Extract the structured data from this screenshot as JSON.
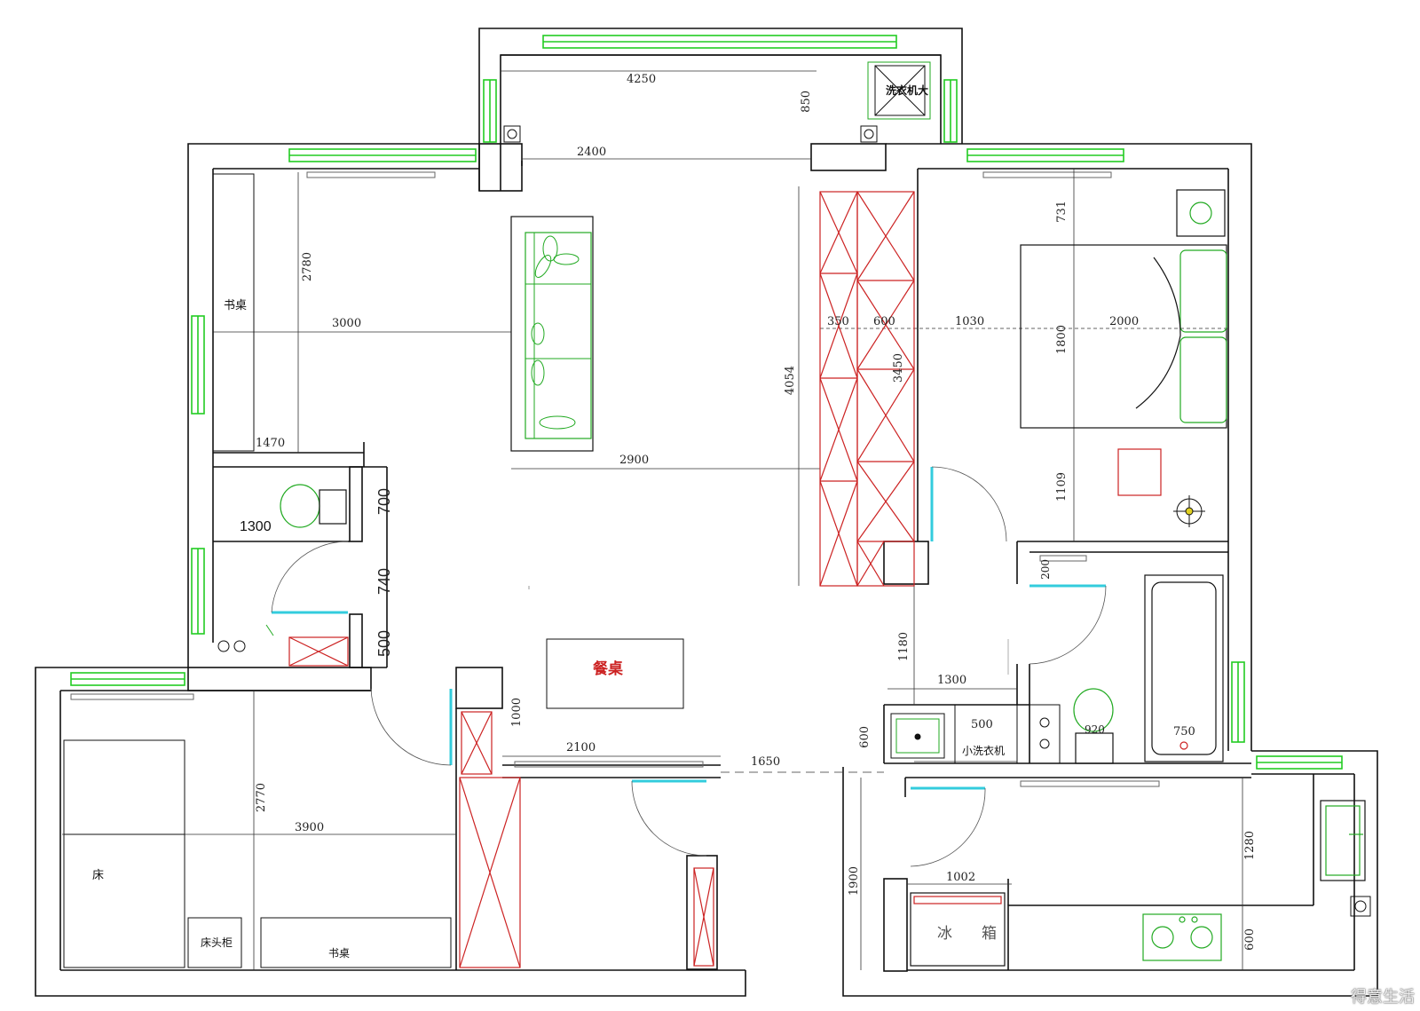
{
  "furniture_labels": {
    "washer_large": "洗衣机大",
    "desk_top": "书桌",
    "dining_table": "餐桌",
    "washer_small": "小洗衣机",
    "bed": "床",
    "nightstand": "床头柜",
    "desk_bottom": "书桌",
    "fridge_a": "冰",
    "fridge_b": "箱"
  },
  "dimensions": {
    "d4250": "4250",
    "d850": "850",
    "d2400": "2400",
    "d2780": "2780",
    "d3000": "3000",
    "d1470": "1470",
    "d4054": "4054",
    "d350": "350",
    "d600a": "600",
    "d1030": "1030",
    "d2000": "2000",
    "d1800": "1800",
    "d3450": "3450",
    "d731": "731",
    "d2900": "2900",
    "d1109": "1109",
    "d700": "700",
    "d1300a": "1300",
    "d740": "740",
    "d500a": "500",
    "d200": "200",
    "d1180": "1180",
    "d1300b": "1300",
    "d1000": "1000",
    "d600b": "600",
    "d500b": "500",
    "d920": "920",
    "d750": "750",
    "d2100": "2100",
    "d1650": "1650",
    "d2770": "2770",
    "d3900": "3900",
    "d1280": "1280",
    "d1900": "1900",
    "d1002": "1002",
    "d600c": "600"
  },
  "watermark": "得意生活",
  "colors": {
    "wall": "#111111",
    "window": "#22cc22",
    "cabinet": "#cc2222",
    "door_leaf": "#33ccdd",
    "dim_line": "#333333"
  }
}
